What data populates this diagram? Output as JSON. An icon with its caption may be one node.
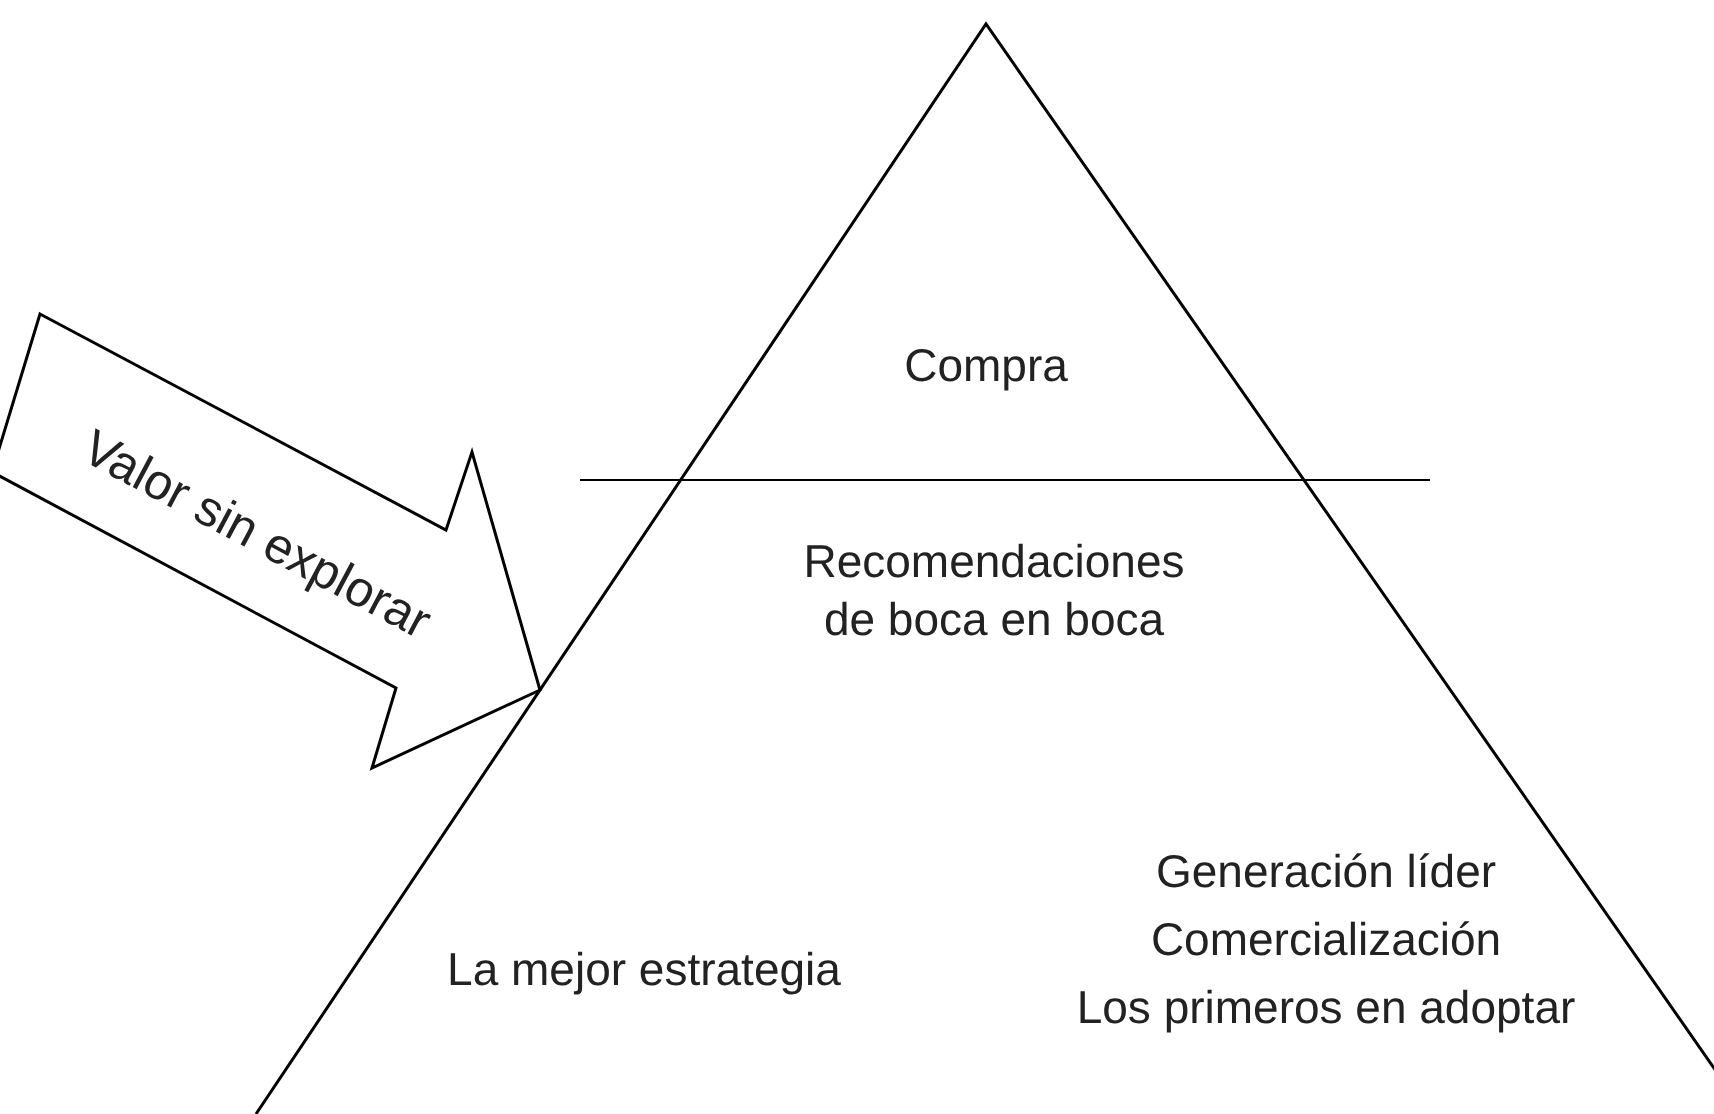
{
  "diagram": {
    "nodes": [
      {
        "text": [
          "Compra",
          "Recomendaciones de boca en boca",
          "La mejor estrategia",
          "Generación líder",
          "Comercialización",
          "Los primeros en adoptar"
        ]
      },
      {
        "text": [
          "Valor sin explorar"
        ]
      }
    ]
  }
}
